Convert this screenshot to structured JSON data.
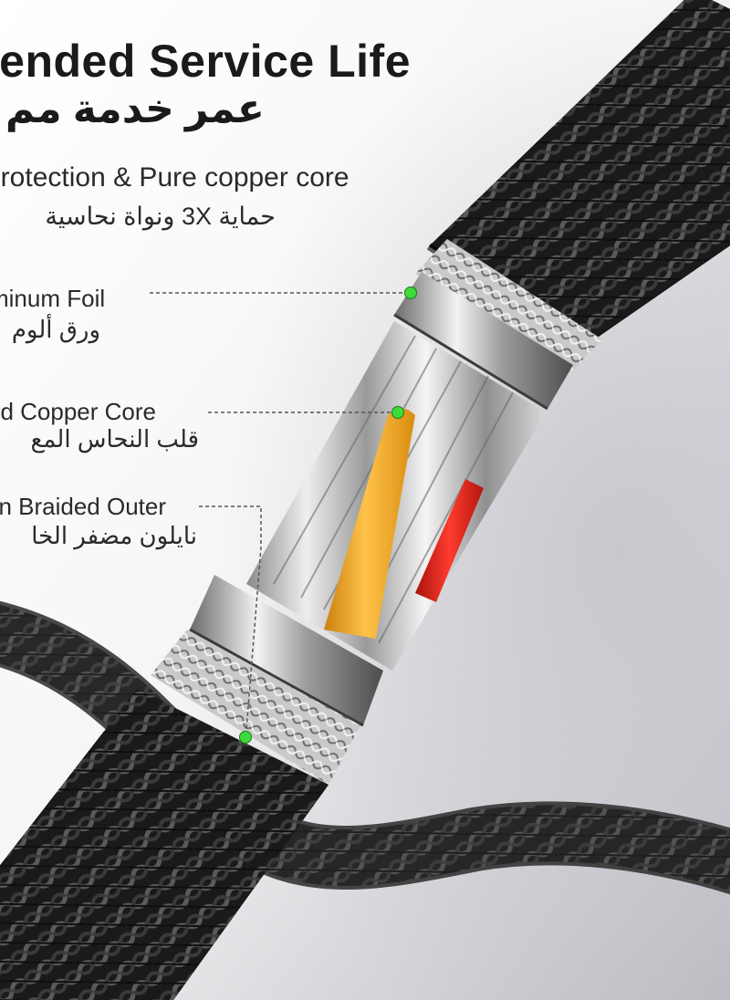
{
  "heading": {
    "title_en": "tended Service Life",
    "title_ar": "عمر خدمة مم"
  },
  "protection": {
    "label_en": "protection & Pure copper core",
    "label_ar": "حماية 3X ونواة نحاسية"
  },
  "callouts": [
    {
      "label_en": "minum Foil",
      "label_ar": "ورق ألوم"
    },
    {
      "label_en": "ed Copper Core",
      "label_ar": "قلب النحاس المع"
    },
    {
      "label_en": "on Braided Outer",
      "label_ar": "نايلون مضفر الخا"
    }
  ],
  "colors": {
    "accent_dot": "#3ddc3a",
    "core_yellow": "#f1a51b",
    "core_red": "#e5201a",
    "braid_dark": "#1c1c1c"
  }
}
